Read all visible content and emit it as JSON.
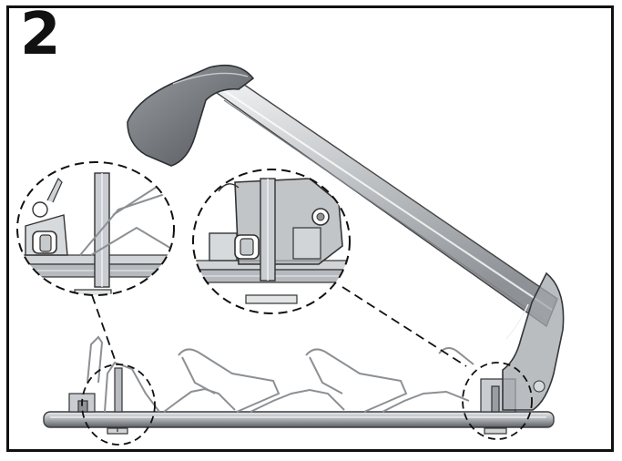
{
  "step": {
    "number": "2"
  },
  "colors": {
    "frame": "#111111",
    "rail": "#b8bcc0",
    "rail_dark": "#5e6266",
    "arm": "#c9ccd0",
    "arm_cap": "#6f7377",
    "bracket": "#d2d5d8",
    "detail_line": "#222222"
  },
  "icons": [
    "callout-magnifier-left",
    "callout-magnifier-right",
    "ski-carrier-arm",
    "ski-carrier-base"
  ]
}
